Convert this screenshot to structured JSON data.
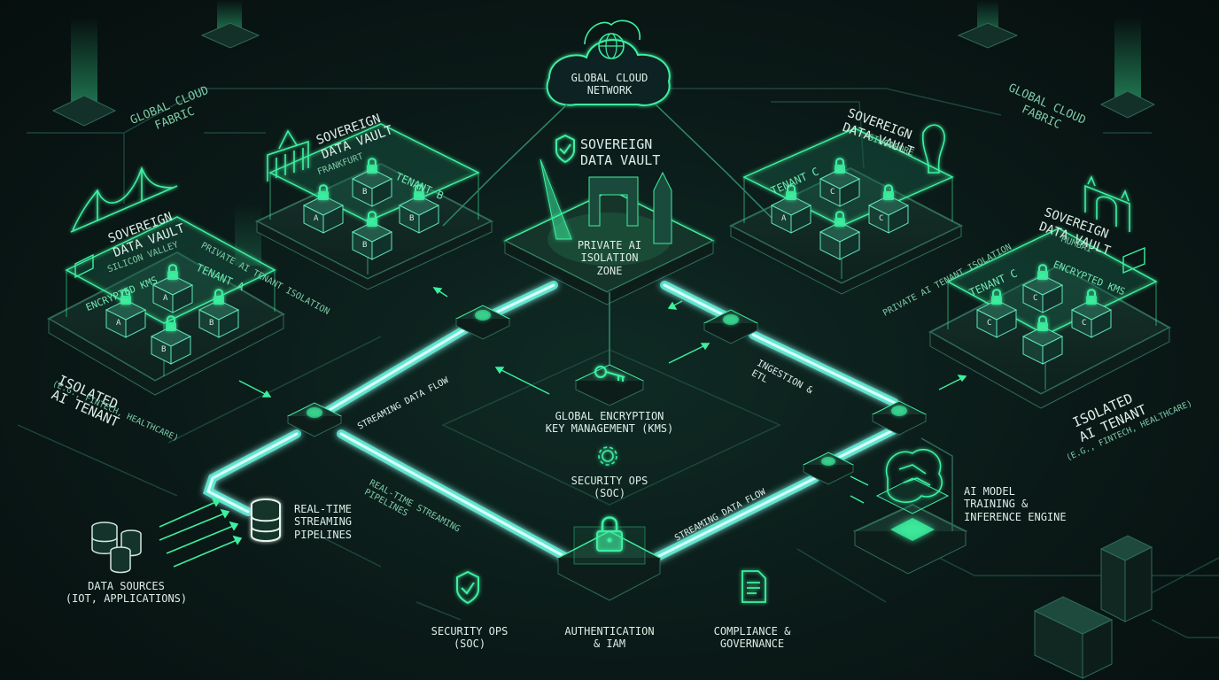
{
  "center": {
    "cloud": "GLOBAL CLOUD\nNETWORK",
    "vault_title": "SOVEREIGN\nDATA VAULT",
    "zone": "PRIVATE AI\nISOLATION\nZONE",
    "kms": "GLOBAL ENCRYPTION\nKEY MANAGEMENT (KMS)",
    "soc_center": "SECURITY OPS\n(SOC)"
  },
  "left": {
    "fabric": "GLOBAL CLOUD\nFABRIC",
    "frankfurt_title": "SOVEREIGN\nDATA VAULT",
    "frankfurt_city": "FRANKFURT",
    "tenant_b": "TENANT B",
    "sv_title": "SOVEREIGN\nDATA VAULT",
    "sv_city": "SILICON VALLEY",
    "encrypted_kms": "ENCRYPTED KMS",
    "tenant_a": "TENANT A",
    "isolation": "PRIVATE AI TENANT ISOLATION",
    "isolated": "ISOLATED\nAI TENANT",
    "isolated_eg": "(E.G., FINTECH, HEALTHCARE)",
    "streaming_flow": "STREAMING DATA FLOW",
    "realtime_pipes": "REAL-TIME STREAMING\nPIPELINES"
  },
  "right": {
    "fabric": "GLOBAL CLOUD\nFABRIC",
    "sg_title": "SOVEREIGN\nDATA VAULT",
    "sg_city": "SINGAPORE",
    "tenant_c_top": "TENANT C",
    "mumbai_title": "SOVEREIGN\nDATA VAULT",
    "mumbai_city": "MUMBAI",
    "encrypted_kms": "ENCRYPTED KMS",
    "tenant_c": "TENANT C",
    "isolation": "PRIVATE AI TENANT ISOLATION",
    "isolated": "ISOLATED\nAI TENANT",
    "isolated_eg": "(E.G., FINTECH, HEALTHCARE)",
    "ingestion": "INGESTION &\nETL",
    "streaming_flow": "STREAMING DATA FLOW",
    "ai_model": "AI MODEL\nTRAINING &\nINFERENCE ENGINE"
  },
  "bottom": {
    "data_sources": "DATA SOURCES\n(IoT, APPLICATIONS)",
    "pipelines": "REAL-TIME\nSTREAMING\nPIPELINES",
    "soc": "SECURITY OPS\n(SOC)",
    "auth": "AUTHENTICATION\n& IAM",
    "compliance": "COMPLIANCE &\nGOVERNANCE"
  },
  "box_letters": {
    "a": "A",
    "b": "B",
    "c": "C"
  },
  "colors": {
    "bg": "#0a1917",
    "accent": "#3df0a0",
    "pipe": "#5ff5e0",
    "line": "#2f6b57",
    "text": "#dceee6"
  }
}
